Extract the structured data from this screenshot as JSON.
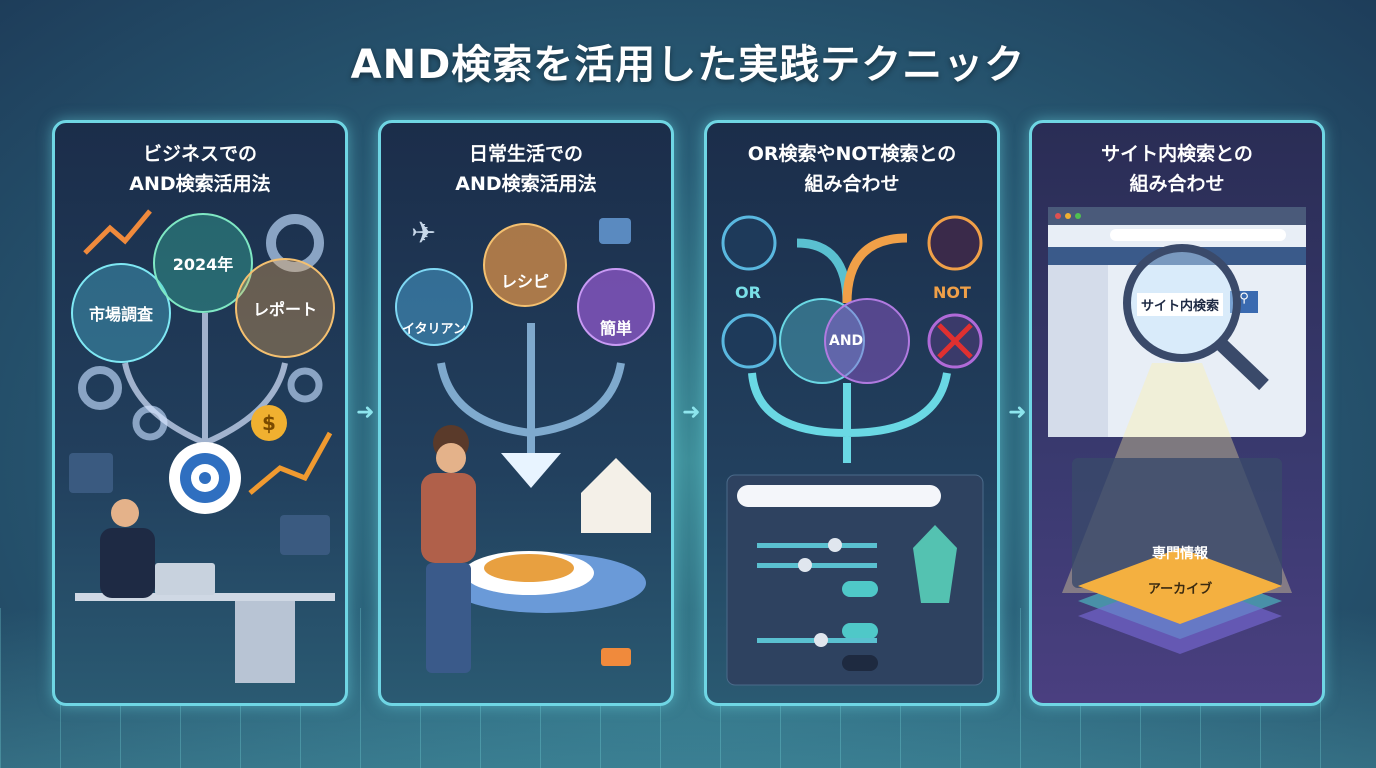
{
  "title": "AND検索を活用した実践テクニック",
  "panels": [
    {
      "title_line1": "ビジネスでの",
      "title_line2": "AND検索活用法",
      "keywords": [
        "市場調査",
        "2024年",
        "レポート"
      ]
    },
    {
      "title_line1": "日常生活での",
      "title_line2": "AND検索活用法",
      "keywords": [
        "イタリアン",
        "レシピ",
        "簡単"
      ]
    },
    {
      "title_line1": "OR検索やNOT検索との",
      "title_line2": "組み合わせ",
      "labels": {
        "or": "OR",
        "not": "NOT",
        "and": "AND"
      }
    },
    {
      "title_line1": "サイト内検索との",
      "title_line2": "組み合わせ",
      "search_text": "サイト内検索",
      "layers": [
        "専門情報",
        "アーカイブ"
      ]
    }
  ],
  "colors": {
    "accent": "#6fd6e4",
    "orange": "#f0a048",
    "purple": "#9a6ad8",
    "teal": "#4fc8c8"
  },
  "icons": [
    "chart-up-icon",
    "gear-icon",
    "target-icon",
    "dollar-icon",
    "plane-icon",
    "suitcase-icon",
    "house-icon",
    "pasta-icon",
    "search-icon",
    "browser-icon",
    "magnifier-icon",
    "crystal-icon"
  ]
}
